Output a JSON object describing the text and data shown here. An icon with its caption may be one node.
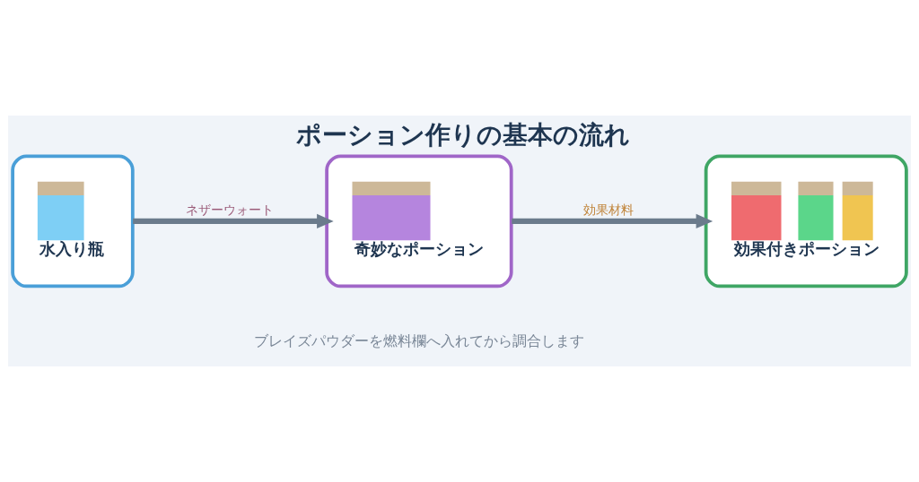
{
  "diagram": {
    "title": "ポーション作りの基本の流れ",
    "caption": "ブレイズパウダーを燃料欄へ入れてから調合します",
    "nodes": [
      {
        "text": [
          "水入り瓶"
        ]
      },
      {
        "text": [
          "奇妙なポーション"
        ]
      },
      {
        "text": [
          "効果付きポーション"
        ]
      }
    ],
    "edges": [
      {
        "from": 0,
        "to": 1,
        "arrow": "to",
        "label": "ネザーウォート"
      },
      {
        "from": 1,
        "to": 2,
        "arrow": "to",
        "label": "効果材料"
      }
    ]
  }
}
